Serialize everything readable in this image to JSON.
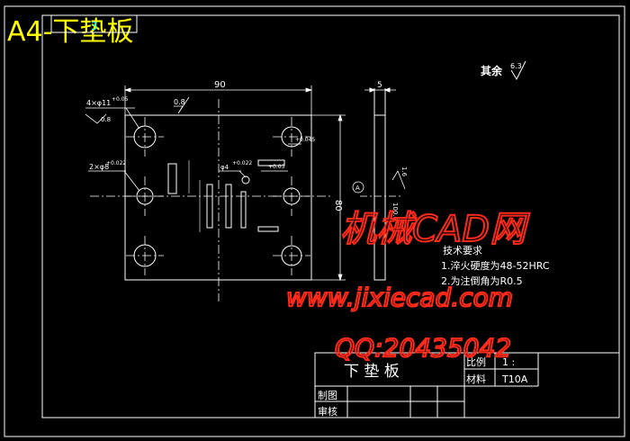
{
  "title": "A4-下垫板",
  "sheet_tag": "3",
  "surface_rest": {
    "label": "其余",
    "value": "6.3"
  },
  "dims": {
    "width": "90",
    "height": "80",
    "thickness": "5",
    "hole_4": "4×φ11",
    "hole_4_tol": "+0.05",
    "hole_4_rough": "0.8",
    "hole_2": "2×φ8",
    "hole_2_tol": "+0.022",
    "top_right_tol": "+0.045",
    "center_hole": "φ4",
    "center_tol": "+0.022",
    "slot_tol": "+0.03",
    "roughness_top": "0.8",
    "roughness_side": "1.6",
    "side_dim": "1.6",
    "side_right": "100.0",
    "datum": "A"
  },
  "tech": {
    "heading": "技术要求",
    "req1": "1.淬火硬度为48-52HRC",
    "req2": "2.为注倒角为R0.5"
  },
  "title_block": {
    "part_name": "下  垫  板",
    "scale_label": "比例",
    "scale_value": "1 :",
    "material_label": "材料",
    "material_value": "T10A",
    "draw_label": "制图",
    "check_label": "审核"
  },
  "watermark": {
    "name": "机械CAD网",
    "url": "www.jixiecad.com",
    "qq": "QQ:20435042"
  },
  "colors": {
    "background": "#000000",
    "part": "#ffffff",
    "title": "#ffff00",
    "watermark": "#ff2a1a",
    "tag": "#00ffff"
  }
}
